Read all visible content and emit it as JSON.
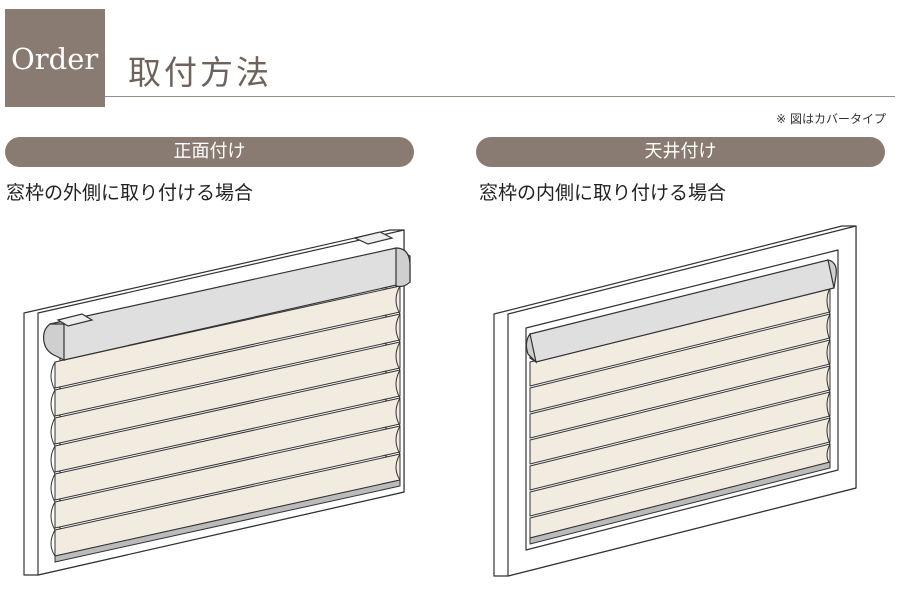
{
  "header": {
    "badge": "Order",
    "title": "取付方法",
    "note": "※ 図はカバータイプ"
  },
  "left": {
    "label": "正面付け",
    "description": "窓枠の外側に取り付ける場合"
  },
  "right": {
    "label": "天井付け",
    "description": "窓枠の内側に取り付ける場合"
  },
  "colors": {
    "accent": "#8a7b72",
    "slat": "#f1ebe0",
    "cover": "#dfdfdf",
    "line": "#333333"
  }
}
